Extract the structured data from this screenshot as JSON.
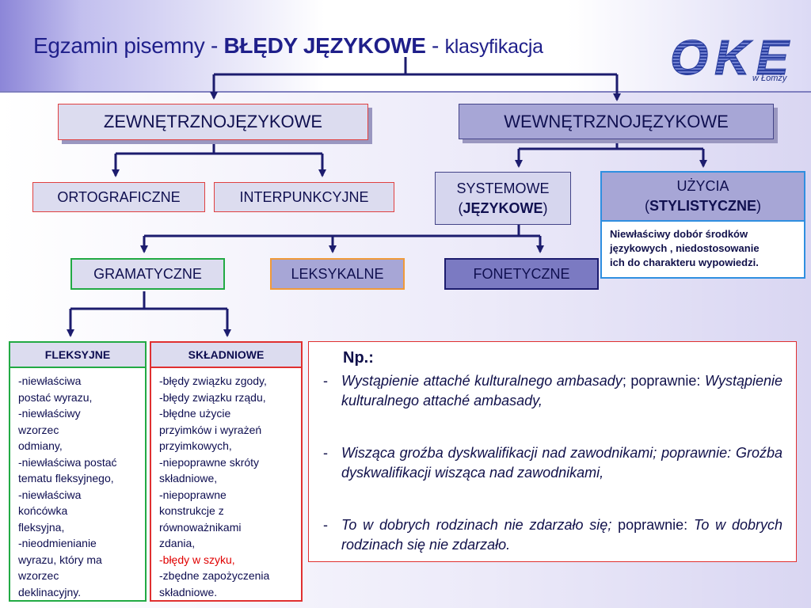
{
  "title": {
    "prefix": "Egzamin pisemny - ",
    "bold": "BŁĘDY JĘZYKOWE",
    "sep": " - ",
    "suffix": "klasyfikacja"
  },
  "logo": {
    "text": "OKE",
    "subtitle": "w Łomży",
    "color": "#2b3fa0"
  },
  "nodes": {
    "zewnetrzno": "ZEWNĘTRZNOJĘZYKOWE",
    "wewnetrzno": "WEWNĘTRZNOJĘZYKOWE",
    "ortograficzne": "ORTOGRAFICZNE",
    "interpunkcyjne": "INTERPUNKCYJNE",
    "systemowe_line1": "SYSTEMOWE",
    "systemowe_open": "(",
    "systemowe_bold": "JĘZYKOWE",
    "systemowe_close": ")",
    "uzycia_line1": "UŻYCIA",
    "uzycia_open": "(",
    "uzycia_bold": "STYLISTYCZNE",
    "uzycia_close": ")",
    "uzycia_desc": [
      "Niewłaściwy dobór środków",
      "językowych , niedostosowanie",
      "ich do charakteru wypowiedzi."
    ],
    "gramatyczne": "GRAMATYCZNE",
    "leksykalne": "LEKSYKALNE",
    "fonetyczne": "FONETYCZNE"
  },
  "fleksyjne": {
    "title": "FLEKSYJNE",
    "lines": [
      "-niewłaściwa",
      "postać wyrazu,",
      "-niewłaściwy",
      "wzorzec",
      "odmiany,",
      "-niewłaściwa postać",
      "tematu fleksyjnego,",
      "-niewłaściwa",
      "końcówka",
      "fleksyjna,",
      "-nieodmienianie",
      "wyrazu, który ma",
      "wzorzec",
      "deklinacyjny."
    ]
  },
  "skladniowe": {
    "title": "SKŁADNIOWE",
    "lines": [
      "-błędy związku zgody,",
      "-błędy związku rządu,",
      "-błędne użycie",
      "przyimków i wyrażeń",
      "przyimkowych,",
      "-niepoprawne skróty",
      "składniowe,",
      "-niepoprawne",
      "konstrukcje z",
      "równoważnikami",
      "zdania,",
      "-błędy w szyku,",
      "-zbędne zapożyczenia",
      "składniowe."
    ],
    "highlight_color": "#e00000"
  },
  "examples": {
    "heading": "Np.:",
    "dash": "-",
    "items": [
      {
        "wrong": "Wystąpienie attaché kulturalnego ambasady",
        "sep": "; poprawnie: ",
        "right": "Wystąpienie kulturalnego attaché ambasady,"
      },
      {
        "wrong": "Wisząca groźba dyskwalifikacji nad zawodnikami; poprawnie: Groźba dyskwalifikacji wisząca nad zawodnikami,",
        "sep": "",
        "right": ""
      },
      {
        "wrong": "To w dobrych rodzinach nie zdarzało się;",
        "sep": " poprawnie: ",
        "right": "To w dobrych rodzinach się nie zdarzało."
      }
    ]
  },
  "colors": {
    "connector": "#1c1c6e",
    "gramatyczne_border": "#22aa44",
    "leksykalne_border": "#f09a3a",
    "fonetyczne_border": "#1c1c6e",
    "red_border": "#e03030",
    "blue_border": "#2f8fe0"
  }
}
